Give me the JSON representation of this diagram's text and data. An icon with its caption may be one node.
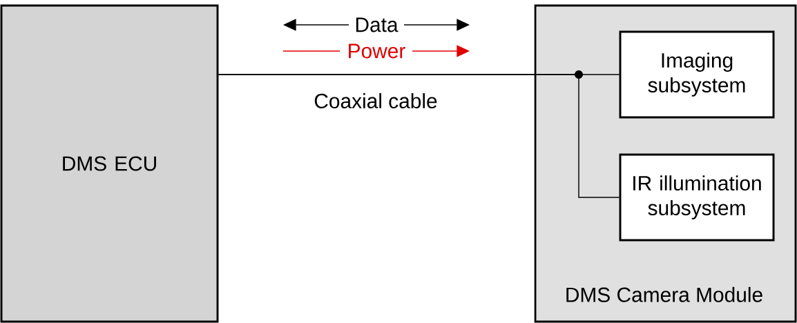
{
  "diagram": {
    "nodes": [
      {
        "text": [
          "DMS ECU"
        ]
      },
      {
        "text": [
          "DMS Camera Module"
        ]
      },
      {
        "text": [
          "Imaging subsystem"
        ],
        "in": 1
      },
      {
        "text": [
          "IR illumination subsystem"
        ],
        "in": 1
      }
    ],
    "edges": [
      {
        "from": 0,
        "to": 2,
        "arrow": "none",
        "label": "Coaxial cable"
      },
      {
        "from": 0,
        "to": 3,
        "arrow": "none"
      }
    ],
    "labels": [
      "Data",
      "Power"
    ]
  }
}
